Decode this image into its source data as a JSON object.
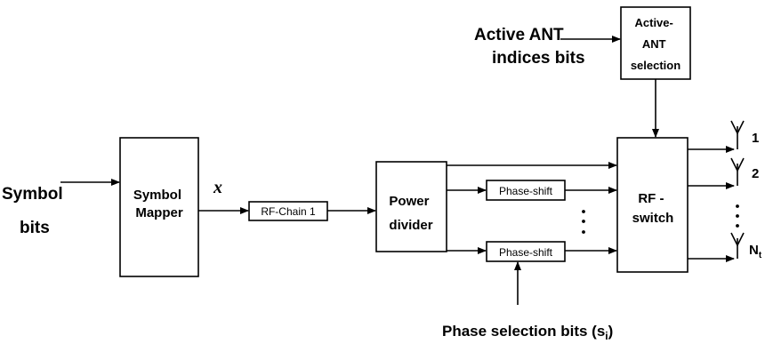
{
  "inputs": {
    "symbol_bits": [
      "Symbol",
      "bits"
    ],
    "active_ant_bits": [
      "Active ANT",
      "indices bits"
    ],
    "phase_selection_bits": "Phase selection bits (s",
    "phase_selection_sub": "i",
    "phase_selection_close": ")"
  },
  "blocks": {
    "symbol_mapper": [
      "Symbol",
      "Mapper"
    ],
    "rf_chain": "RF-Chain 1",
    "power_divider": [
      "Power",
      "divider"
    ],
    "phase_shift_1": "Phase-shift",
    "phase_shift_2": "Phase-shift",
    "active_ant_selection": [
      "Active-",
      "ANT",
      "selection"
    ],
    "rf_switch": [
      "RF -",
      "switch"
    ]
  },
  "signal": {
    "x_label": "x"
  },
  "antennas": {
    "labels": [
      "1",
      "2"
    ],
    "last_label": "N",
    "last_sub": "t"
  }
}
